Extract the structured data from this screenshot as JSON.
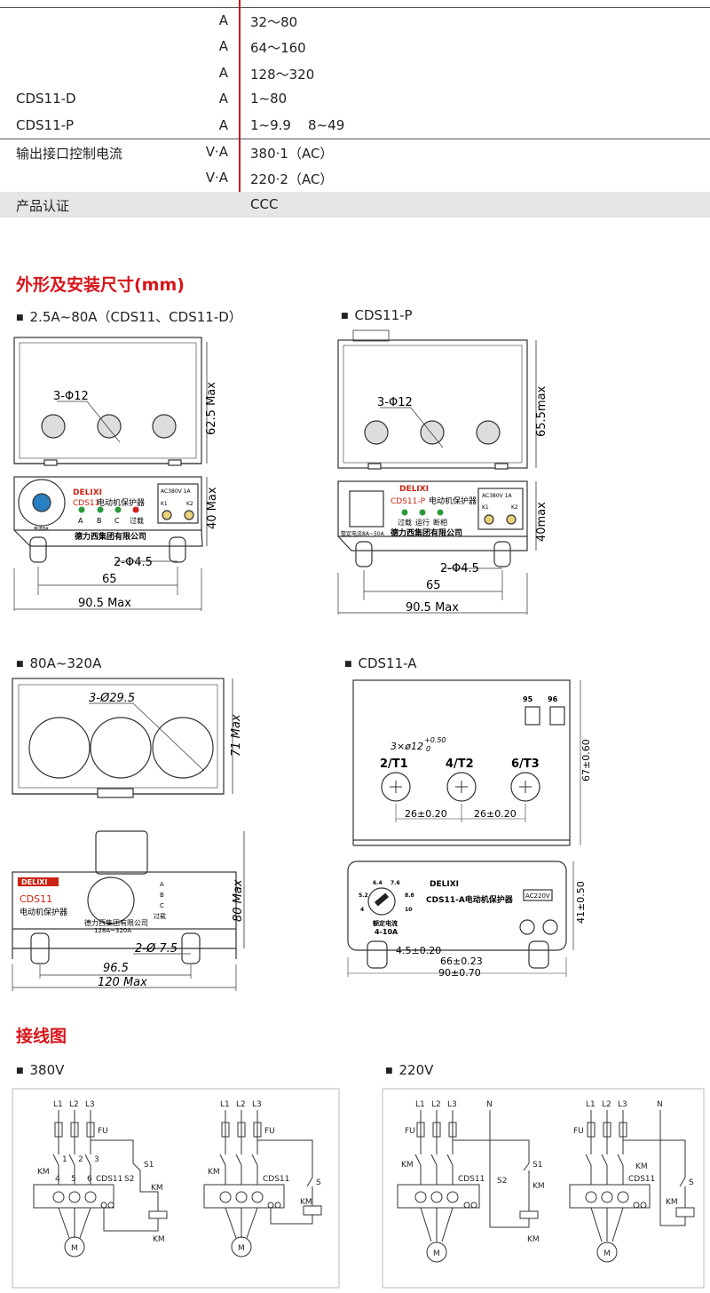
{
  "spec_table": {
    "rows": [
      {
        "model": "",
        "unit": "A",
        "value": "32～80"
      },
      {
        "model": "",
        "unit": "A",
        "value": "64～160"
      },
      {
        "model": "",
        "unit": "A",
        "value": "128～320"
      },
      {
        "model": "CDS11-D",
        "unit": "A",
        "value": "1~80"
      },
      {
        "model": "CDS11-P",
        "unit": "A",
        "value": "1~9.9    8~49"
      },
      {
        "model": "输出接口控制电流",
        "unit": "V·A",
        "value": "380·1（AC）"
      },
      {
        "model": "",
        "unit": "V·A",
        "value": "220·2（AC）"
      },
      {
        "model": "产品认证",
        "unit": "",
        "value": "CCC"
      }
    ]
  },
  "dimensions": {
    "title": "外形及安装尺寸(mm)",
    "cds11": {
      "label": "2.5A~80A（CDS11、CDS11-D）",
      "holes": "3-Φ12",
      "height_top": "62.5 Max",
      "height_front": "40 Max",
      "mount_holes": "2-Φ4.5",
      "pitch": "65",
      "width": "90.5 Max",
      "brand": "DELIXI",
      "model": "CDS11",
      "name": "电动机保护器",
      "leds": [
        "A",
        "B",
        "C",
        "过载"
      ],
      "rating": "AC380V  1A",
      "k1": "K1",
      "k2": "K2",
      "company": "德力西集团有限公司",
      "dial_note": "电流8A"
    },
    "cds11p": {
      "label": "CDS11-P",
      "holes": "3-Φ12",
      "height_top": "65.5max",
      "height_front": "40max",
      "mount_holes": "2-Φ4.5",
      "pitch": "65",
      "width": "90.5 Max",
      "brand": "DELIXI",
      "model": "CDS11-P",
      "name": "电动机保护器",
      "leds": [
        "过载",
        "运行",
        "断相"
      ],
      "rating": "AC380V  1A",
      "k1": "K1",
      "k2": "K2",
      "company": "德力西集团有限公司",
      "setting": "整定电流8A~50A"
    },
    "cds11_80": {
      "label": "80A~320A",
      "holes": "3-Ø29.5",
      "height_top": "71 Max",
      "height_front": "80 Max",
      "mount_holes": "2-Ø 7.5",
      "pitch": "96.5",
      "width": "120 Max",
      "brand": "DELIXI",
      "model": "CDS11",
      "name": "电动机保护器",
      "leds": [
        "A",
        "B",
        "C",
        "过载"
      ],
      "range": "128A~320A",
      "company": "德力西集团有限公司"
    },
    "cds11a": {
      "label": "CDS11-A",
      "terminals": [
        "2/T1",
        "4/T2",
        "6/T3"
      ],
      "aux": [
        "95",
        "96"
      ],
      "holes": "3×ø12",
      "tol_up": "+0.50",
      "tol_dn": "0",
      "spacing1": "26±0.20",
      "spacing2": "26±0.20",
      "height_top": "67±0.60",
      "height_front": "41±0.50",
      "dim1": "4.5±0.20",
      "dim2": "66±0.23",
      "dim3": "90±0.70",
      "brand": "DELIXI",
      "model": "CDS11-A电动机保护器",
      "voltage": "AC220V",
      "dial": [
        "5.2",
        "6.4",
        "7.6",
        "8.8",
        "4",
        "10"
      ],
      "range_label": "额定电流",
      "range": "4-10A"
    }
  },
  "wiring": {
    "title": "接线图",
    "v380": "380V",
    "v220": "220V",
    "labels": {
      "l1": "L1",
      "l2": "L2",
      "l3": "L3",
      "n": "N",
      "fu": "FU",
      "km": "KM",
      "s1": "S1",
      "s2": "S2",
      "s": "S",
      "device": "CDS11",
      "motor": "M",
      "t1": "1",
      "t2": "2",
      "t3": "3",
      "t4": "4",
      "t5": "5",
      "t6": "6"
    }
  }
}
